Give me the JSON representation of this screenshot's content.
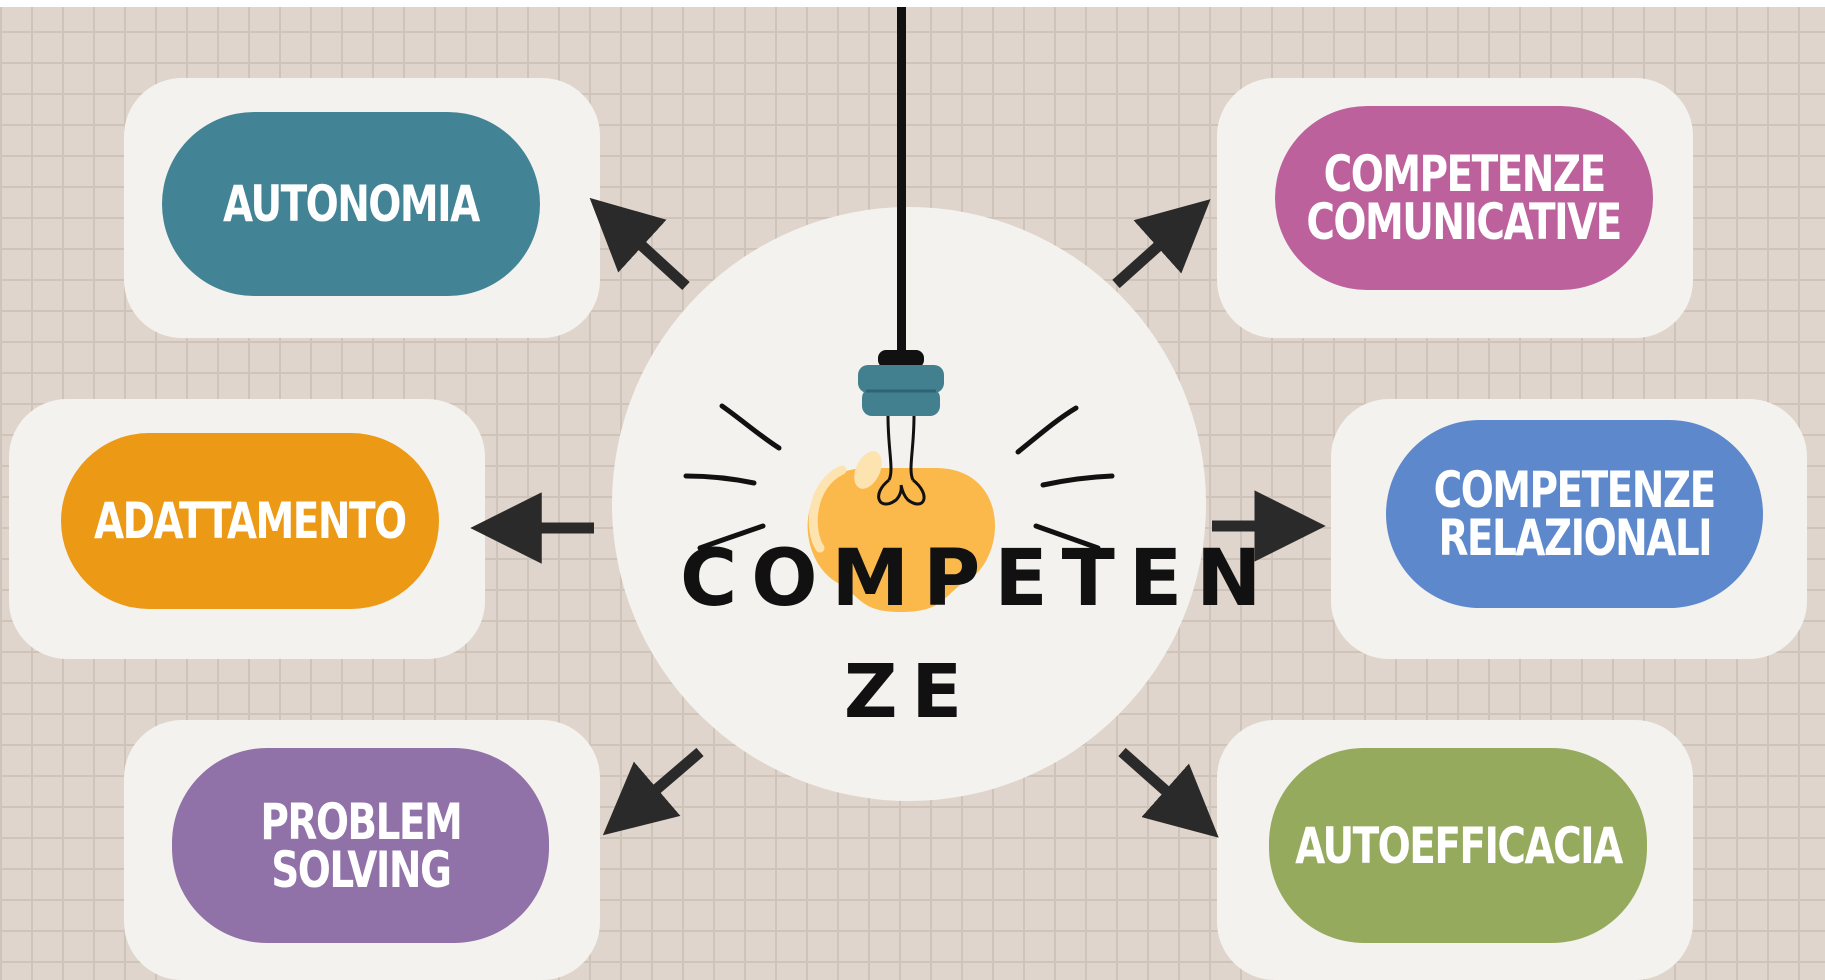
{
  "title_line1": "COMPETEN",
  "title_line2": "ZE",
  "nodes": [
    {
      "label_lines": [
        "AUTONOMIA"
      ],
      "color": "#428496"
    },
    {
      "label_lines": [
        "ADATTAMENTO"
      ],
      "color": "#ec9916"
    },
    {
      "label_lines": [
        "PROBLEM",
        "SOLVING"
      ],
      "color": "#9071a8"
    },
    {
      "label_lines": [
        "COMPETENZE",
        "COMUNICATIVE"
      ],
      "color": "#bd619d"
    },
    {
      "label_lines": [
        "COMPETENZE",
        "RELAZIONALI"
      ],
      "color": "#5d89cc"
    },
    {
      "label_lines": [
        "AUTOEFFICACIA"
      ],
      "color": "#96aa5d"
    }
  ],
  "bulb": {
    "glass_color": "#fbb94b",
    "socket_color": "#42808f",
    "cord_color": "#111111"
  }
}
